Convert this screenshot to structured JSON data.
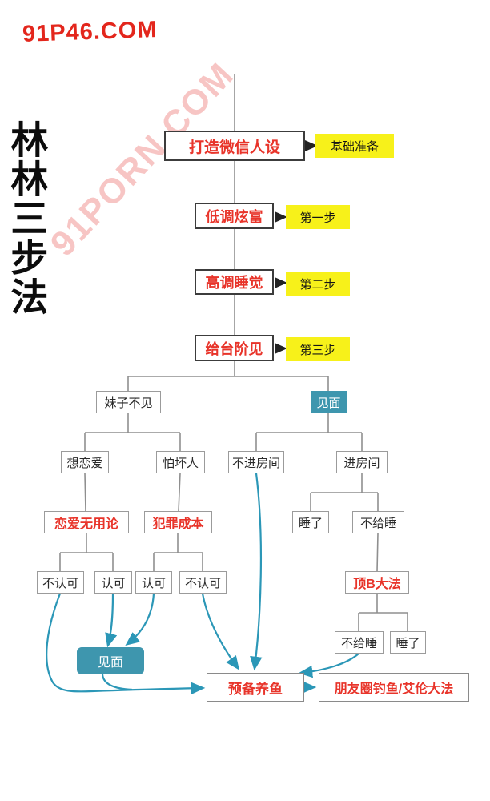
{
  "watermarks": {
    "top_logo": "91P46.COM",
    "diagonal": "91PORN.COM"
  },
  "side_title": "林林三步法",
  "colors": {
    "step_text_red": "#e8342a",
    "tag_yellow": "#f7f11a",
    "teal_node": "#3e96ae",
    "arrow_teal": "#2b97b7",
    "connector_gray": "#8f8f8f"
  },
  "steps": [
    {
      "label": "打造微信人设",
      "tag": "基础准备"
    },
    {
      "label": "低调炫富",
      "tag": "第一步"
    },
    {
      "label": "高调睡觉",
      "tag": "第二步"
    },
    {
      "label": "给台阶见",
      "tag": "第三步"
    }
  ],
  "nodes": {
    "meizi_bujian": "妹子不见",
    "jianmian_top": "见面",
    "xiang_lianai": "想恋爱",
    "pa_huairen": "怕坏人",
    "lianai_wuyonglun": "恋爱无用论",
    "fanzui_chengben": "犯罪成本",
    "burenke_left": "不认可",
    "renke_left": "认可",
    "renke_right": "认可",
    "burenke_right": "不认可",
    "bujin_fangjian": "不进房间",
    "jin_fangjian": "进房间",
    "shuile_left": "睡了",
    "bugeishui_top": "不给睡",
    "dingb_dafa": "顶B大法",
    "bugeishui_bottom": "不给睡",
    "shuile_bottom": "睡了",
    "jianmian_bottom": "见面",
    "yubei_yangyu": "预备养鱼",
    "pengyouquan_dafa": "朋友圈钓鱼/艾伦大法"
  },
  "edges": [
    {
      "from": "打造微信人设",
      "to": "低调炫富"
    },
    {
      "from": "低调炫富",
      "to": "高调睡觉"
    },
    {
      "from": "高调睡觉",
      "to": "给台阶见"
    },
    {
      "from": "给台阶见",
      "to": "妹子不见"
    },
    {
      "from": "给台阶见",
      "to": "见面"
    },
    {
      "from": "妹子不见",
      "to": "想恋爱"
    },
    {
      "from": "妹子不见",
      "to": "怕坏人"
    },
    {
      "from": "想恋爱",
      "to": "恋爱无用论"
    },
    {
      "from": "怕坏人",
      "to": "犯罪成本"
    },
    {
      "from": "恋爱无用论",
      "to": "不认可"
    },
    {
      "from": "恋爱无用论",
      "to": "认可"
    },
    {
      "from": "犯罪成本",
      "to": "认可"
    },
    {
      "from": "犯罪成本",
      "to": "不认可"
    },
    {
      "from": "认可",
      "to": "见面(下)"
    },
    {
      "from": "不认可",
      "to": "预备养鱼"
    },
    {
      "from": "见面",
      "to": "不进房间"
    },
    {
      "from": "见面",
      "to": "进房间"
    },
    {
      "from": "不进房间",
      "to": "预备养鱼"
    },
    {
      "from": "进房间",
      "to": "睡了"
    },
    {
      "from": "进房间",
      "to": "不给睡"
    },
    {
      "from": "不给睡",
      "to": "顶B大法"
    },
    {
      "from": "顶B大法",
      "to": "不给睡"
    },
    {
      "from": "顶B大法",
      "to": "睡了"
    },
    {
      "from": "不给睡(下)",
      "to": "预备养鱼"
    },
    {
      "from": "见面(下)",
      "to": "预备养鱼"
    },
    {
      "from": "预备养鱼",
      "to": "朋友圈钓鱼/艾伦大法"
    }
  ]
}
